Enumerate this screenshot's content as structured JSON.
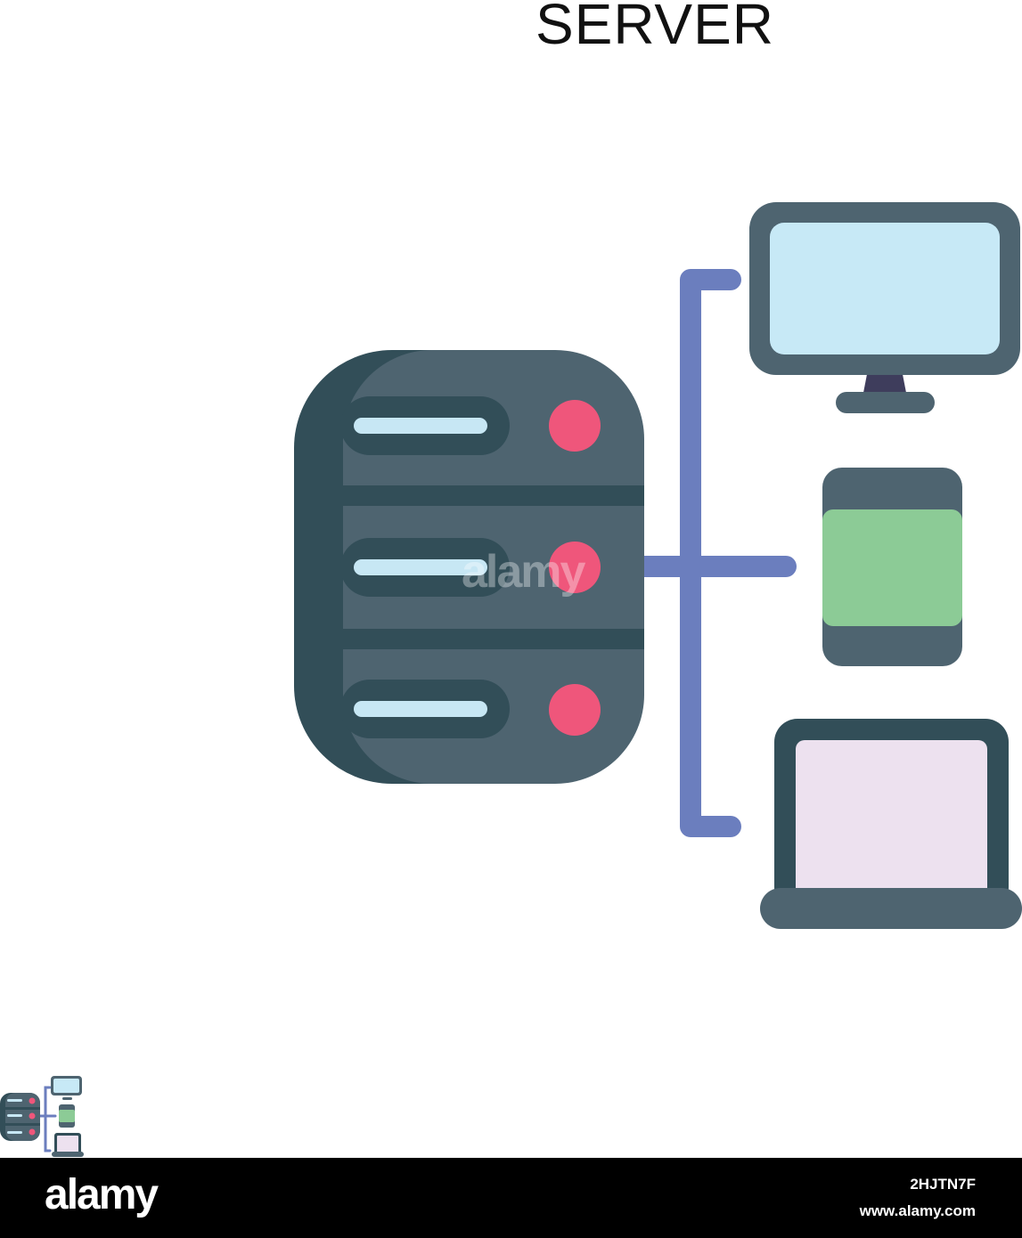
{
  "title": "SERVER",
  "footer": {
    "logo": "alamy",
    "image_id": "2HJTN7F",
    "url": "www.alamy.com"
  },
  "watermark": "alamy",
  "colors": {
    "server_dark": "#324e58",
    "server_body": "#4e6470",
    "slot_light": "#c7e7f4",
    "led": "#ef567b",
    "connector": "#6b7ebe",
    "monitor_screen": "#c7e9f6",
    "monitor_stand": "#3e3d5c",
    "phone_screen": "#8ccb96",
    "laptop_screen": "#ede1ef"
  },
  "icons": {
    "main": "server-network-icon",
    "thumbnail": "server-network-thumbnail-icon"
  }
}
